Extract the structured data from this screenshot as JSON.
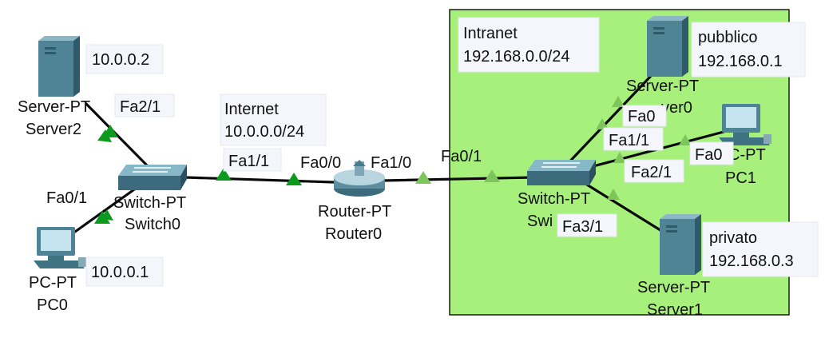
{
  "colors": {
    "intranet_fill": "#a8f07c",
    "intranet_border": "#1a1a1a",
    "link": "#0a0a0a",
    "port_up_dark": "#0b9a1e",
    "port_up_light": "#7cc65c",
    "server_body": "#4f8496",
    "router_body": "#5d8ea0"
  },
  "notes": {
    "server2_ip": "10.0.0.2",
    "pc0_ip": "10.0.0.1",
    "internet_name": "Internet",
    "internet_net": "10.0.0.0/24",
    "intranet_name": "Intranet",
    "intranet_net": "192.168.0.0/24",
    "pubblico_name": "pubblico",
    "pubblico_ip": "192.168.0.1",
    "privato_name": "privato",
    "privato_ip": "192.168.0.3"
  },
  "devices": {
    "server2": {
      "type": "Server-PT",
      "name": "Server2",
      "icon": "server-icon"
    },
    "pc0": {
      "type": "PC-PT",
      "name": "PC0",
      "icon": "pc-icon"
    },
    "switch0": {
      "type": "Switch-PT",
      "name": "Switch0",
      "icon": "switch-icon"
    },
    "router0": {
      "type": "Router-PT",
      "name": "Router0",
      "icon": "router-icon"
    },
    "switch1": {
      "type": "Switch-PT",
      "name": "Swi",
      "icon": "switch-icon"
    },
    "server0": {
      "type": "Server-PT",
      "name": "ver0",
      "icon": "server-icon"
    },
    "pc1": {
      "type": "C-PT",
      "name": "PC1",
      "icon": "pc-icon"
    },
    "server1": {
      "type": "Server-PT",
      "name": "Server1",
      "icon": "server-icon"
    }
  },
  "ports": {
    "server2_switch": "Fa2/1",
    "pc0_switch": "Fa0/1",
    "switch0_uplink": "Fa1/1",
    "router_wan": "Fa0/0",
    "router_lan": "Fa1/0",
    "switch1_uplink": "Fa0/1",
    "server0_nic": "Fa0",
    "switch1_pc1": "Fa1/1",
    "pc1_nic": "Fa0",
    "switch1_server0": "Fa2/1",
    "switch1_server1": "Fa3/1"
  }
}
